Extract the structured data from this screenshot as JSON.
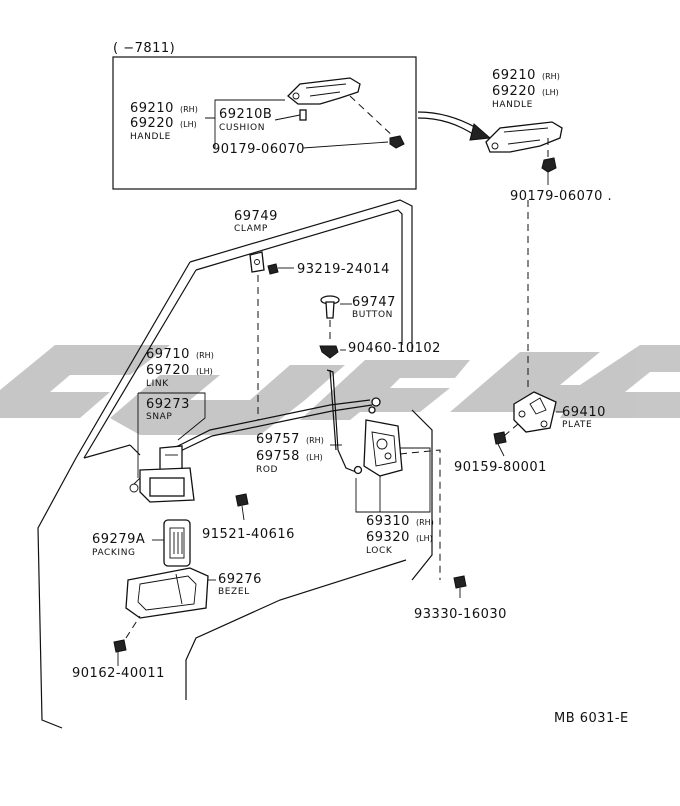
{
  "inset": {
    "range": "(      −7811)"
  },
  "labels": {
    "inset_handle": {
      "code_rh": "69210",
      "suffix_rh": "(RH)",
      "code_lh": "69220",
      "suffix_lh": "(LH)",
      "name": "HANDLE"
    },
    "cushion": {
      "code": "69210B",
      "name": "CUSHION"
    },
    "inset_bolt": {
      "code": "90179-06070"
    },
    "handle": {
      "code_rh": "69210",
      "suffix_rh": "(RH)",
      "code_lh": "69220",
      "suffix_lh": "(LH)",
      "name": "HANDLE"
    },
    "handle_bolt": {
      "code": "90179-06070 ."
    },
    "clamp": {
      "code": "69749",
      "name": "CLAMP"
    },
    "clamp_screw": {
      "code": "93219-24014"
    },
    "button": {
      "code": "69747",
      "name": "BUTTON"
    },
    "grommet": {
      "code": "90460-10102"
    },
    "link": {
      "code_rh": "69710",
      "suffix_rh": "(RH)",
      "code_lh": "69720",
      "suffix_lh": "(LH)",
      "name": "LINK"
    },
    "snap": {
      "code": "69273",
      "name": "SNAP"
    },
    "rod": {
      "code_rh": "69757",
      "suffix_rh": "(RH)",
      "code_lh": "69758",
      "suffix_lh": "(LH)",
      "name": "ROD"
    },
    "plate": {
      "code": "69410",
      "name": "PLATE"
    },
    "plate_screw": {
      "code": "90159-80001"
    },
    "lock": {
      "code_rh": "69310",
      "suffix_rh": "(RH)",
      "code_lh": "69320",
      "suffix_lh": "(LH)",
      "name": "LOCK"
    },
    "screw_91521": {
      "code": "91521-40616"
    },
    "packing": {
      "code": "69279A",
      "name": "PACKING"
    },
    "bezel": {
      "code": "69276",
      "name": "BEZEL"
    },
    "screw_93330": {
      "code": "93330-16030"
    },
    "screw_90162": {
      "code": "90162-40011"
    }
  },
  "footer": {
    "reference": "MB 6031-E"
  }
}
